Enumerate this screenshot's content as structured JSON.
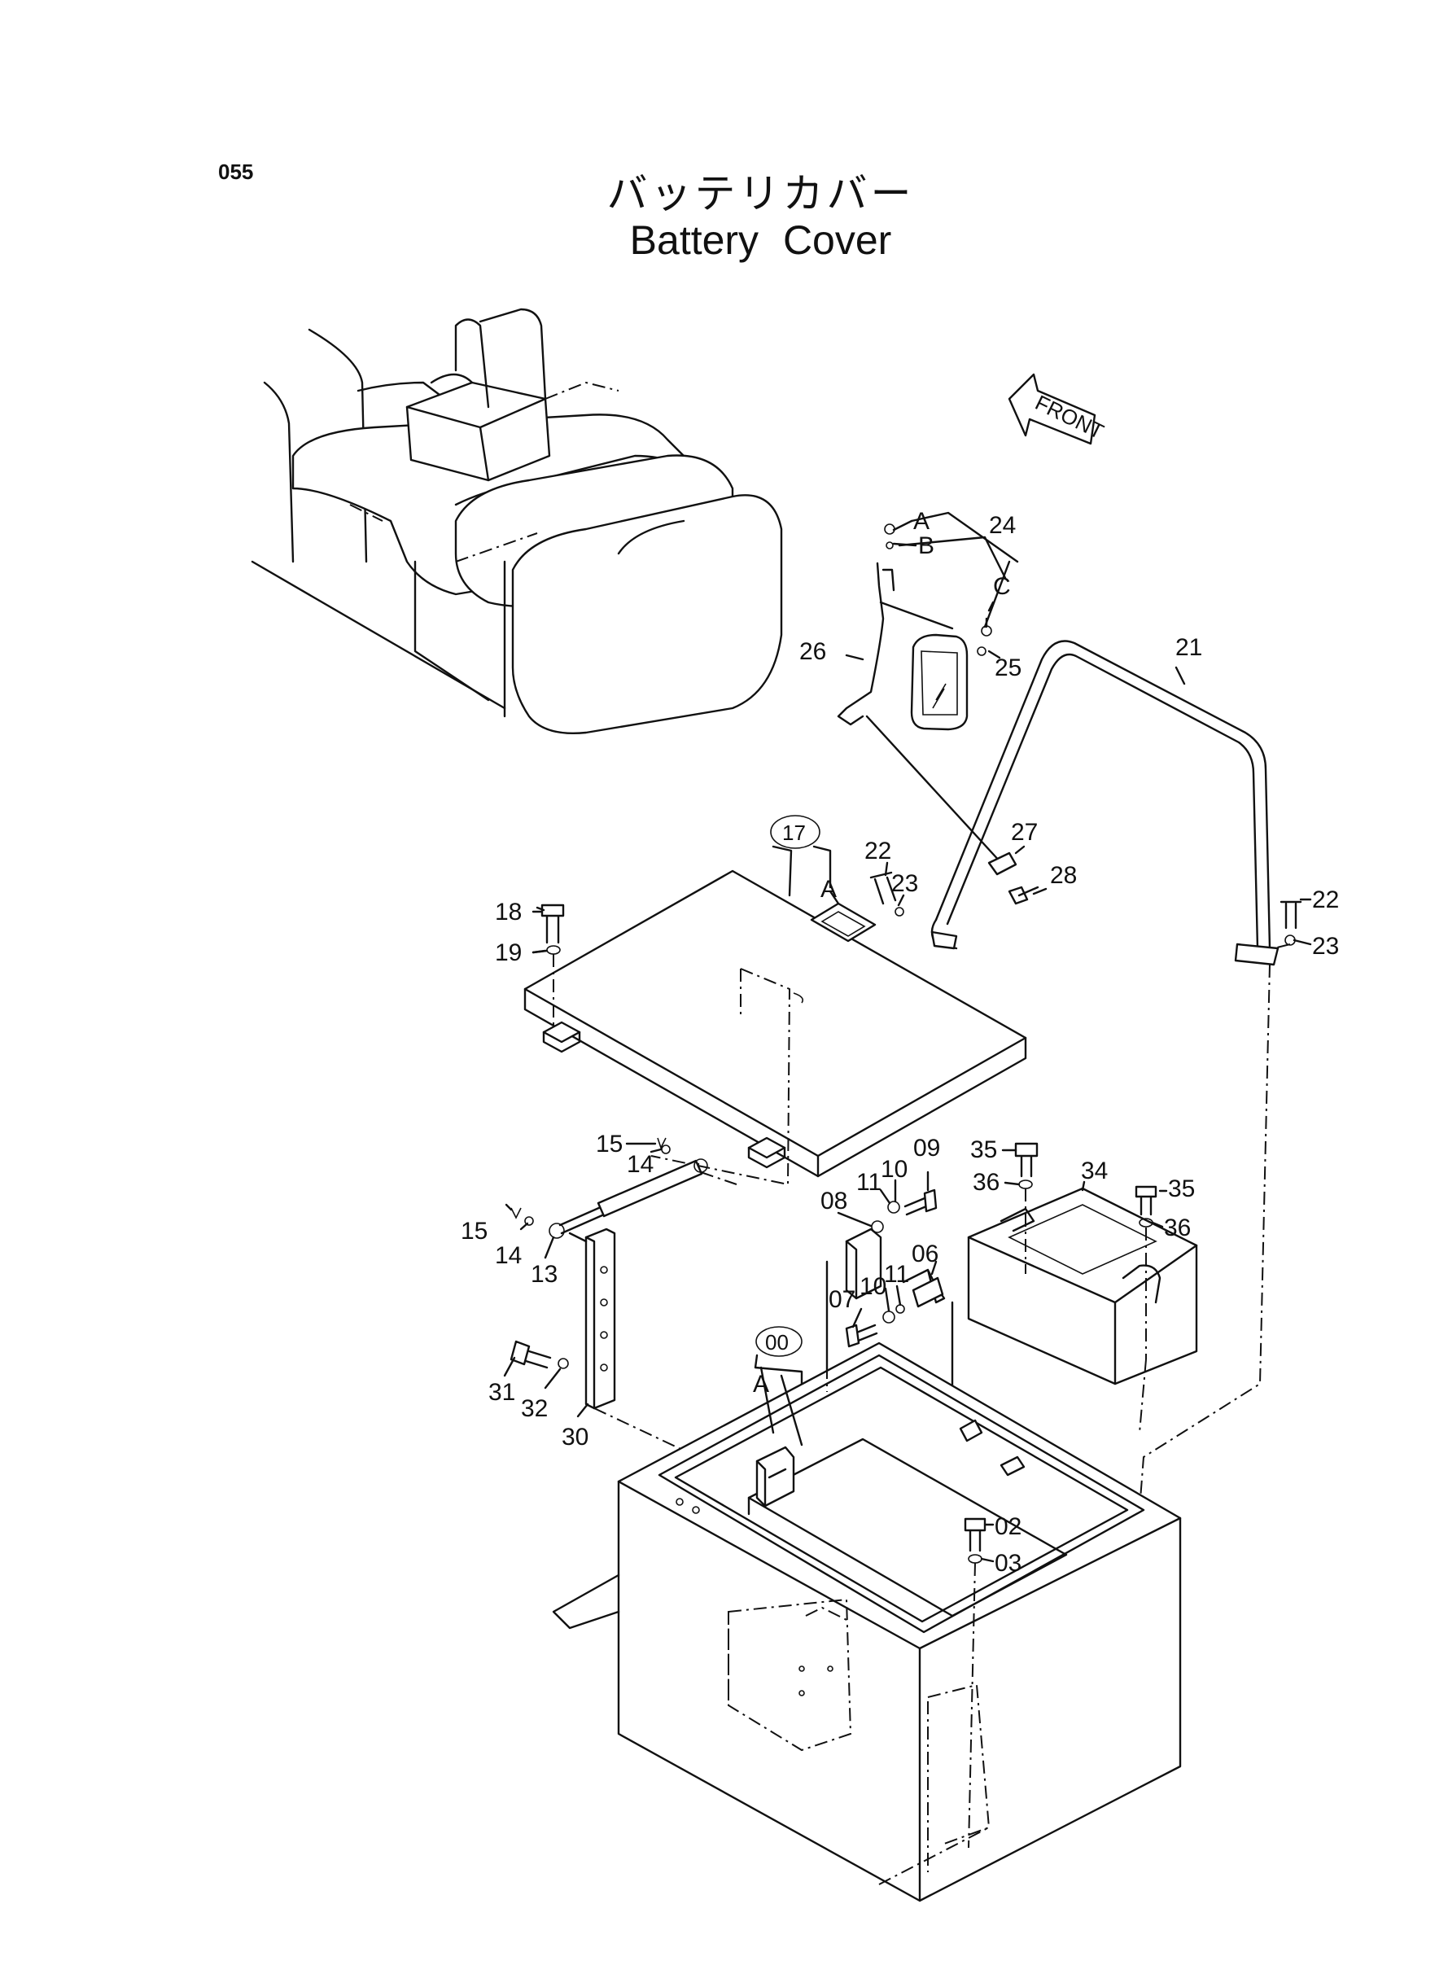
{
  "page_number": "055",
  "title_jp": "バッテリカバー",
  "title_en": "Battery Cover",
  "front_label": "FRONT",
  "callouts": {
    "p17": "17",
    "p00": "00",
    "p02": "02",
    "p03": "03",
    "p06": "06",
    "p07": "07",
    "p08": "08",
    "p09": "09",
    "p10a": "10",
    "p10b": "10",
    "p11a": "11",
    "p11b": "11",
    "p13": "13",
    "p14a": "14",
    "p14b": "14",
    "p15a": "15",
    "p15b": "15",
    "p18": "18",
    "p19": "19",
    "p21": "21",
    "p22a": "22",
    "p22b": "22",
    "p23a": "23",
    "p23b": "23",
    "p24": "24",
    "p25": "25",
    "p26": "26",
    "p27": "27",
    "p28": "28",
    "p30": "30",
    "p31": "31",
    "p32": "32",
    "p34": "34",
    "p35a": "35",
    "p35b": "35",
    "p36a": "36",
    "p36b": "36",
    "sub_a1": "A",
    "sub_b": "B",
    "sub_c": "C",
    "sub_a2": "A",
    "sub_a3": "A"
  }
}
